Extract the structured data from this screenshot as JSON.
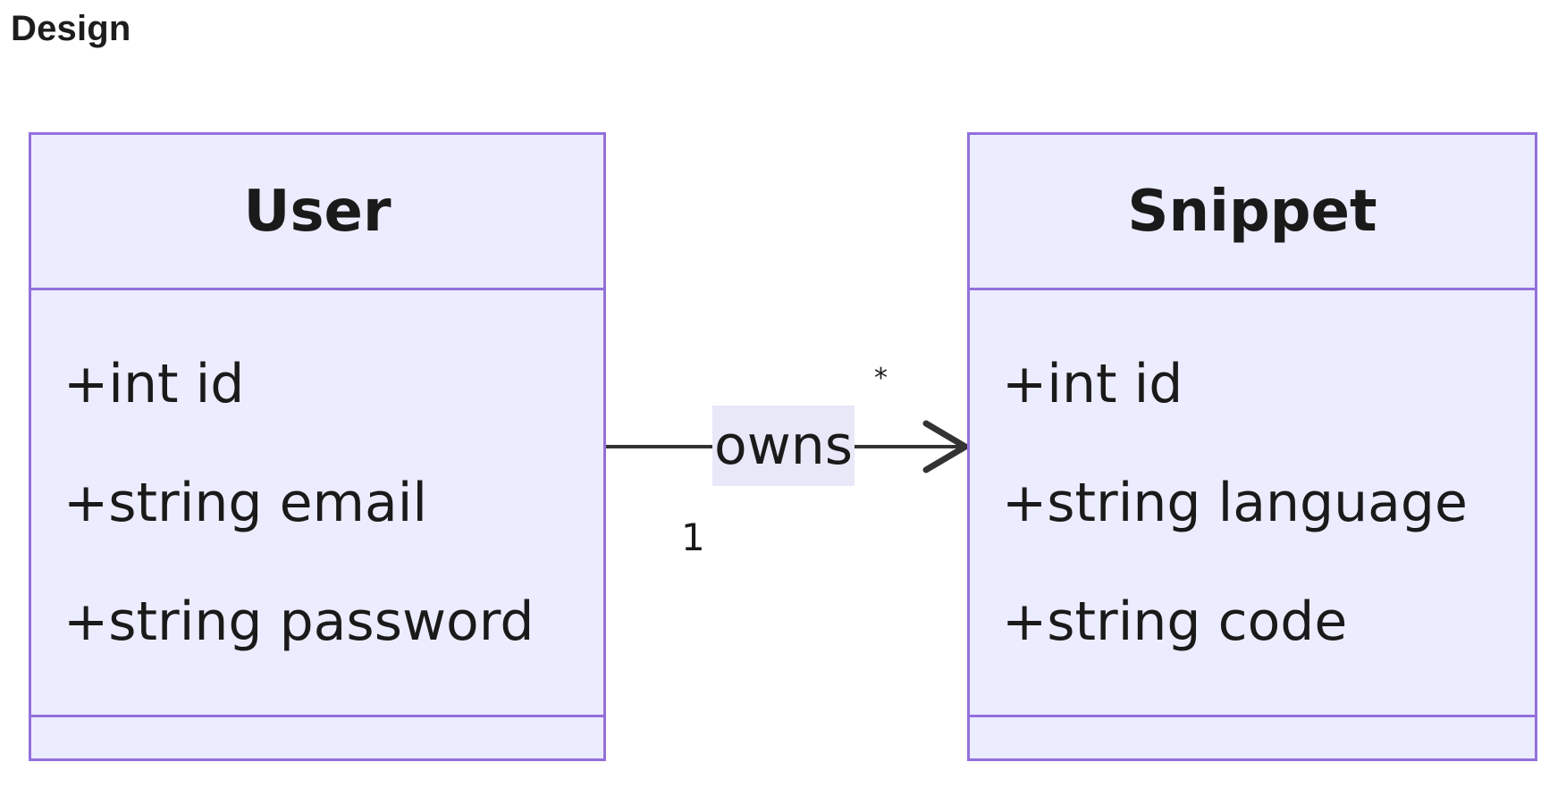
{
  "page": {
    "heading": "Design"
  },
  "diagram": {
    "classes": [
      {
        "name": "User",
        "attributes": [
          "+int id",
          "+string email",
          "+string password"
        ],
        "methods": []
      },
      {
        "name": "Snippet",
        "attributes": [
          "+int id",
          "+string language",
          "+string code"
        ],
        "methods": []
      }
    ],
    "relationship": {
      "from": "User",
      "to": "Snippet",
      "label": "owns",
      "from_multiplicity": "1",
      "to_multiplicity": "*"
    },
    "colors": {
      "class_fill": "#ececff",
      "class_border": "#9370db",
      "edge": "#333333",
      "label_background": "#e8e8f8"
    }
  }
}
